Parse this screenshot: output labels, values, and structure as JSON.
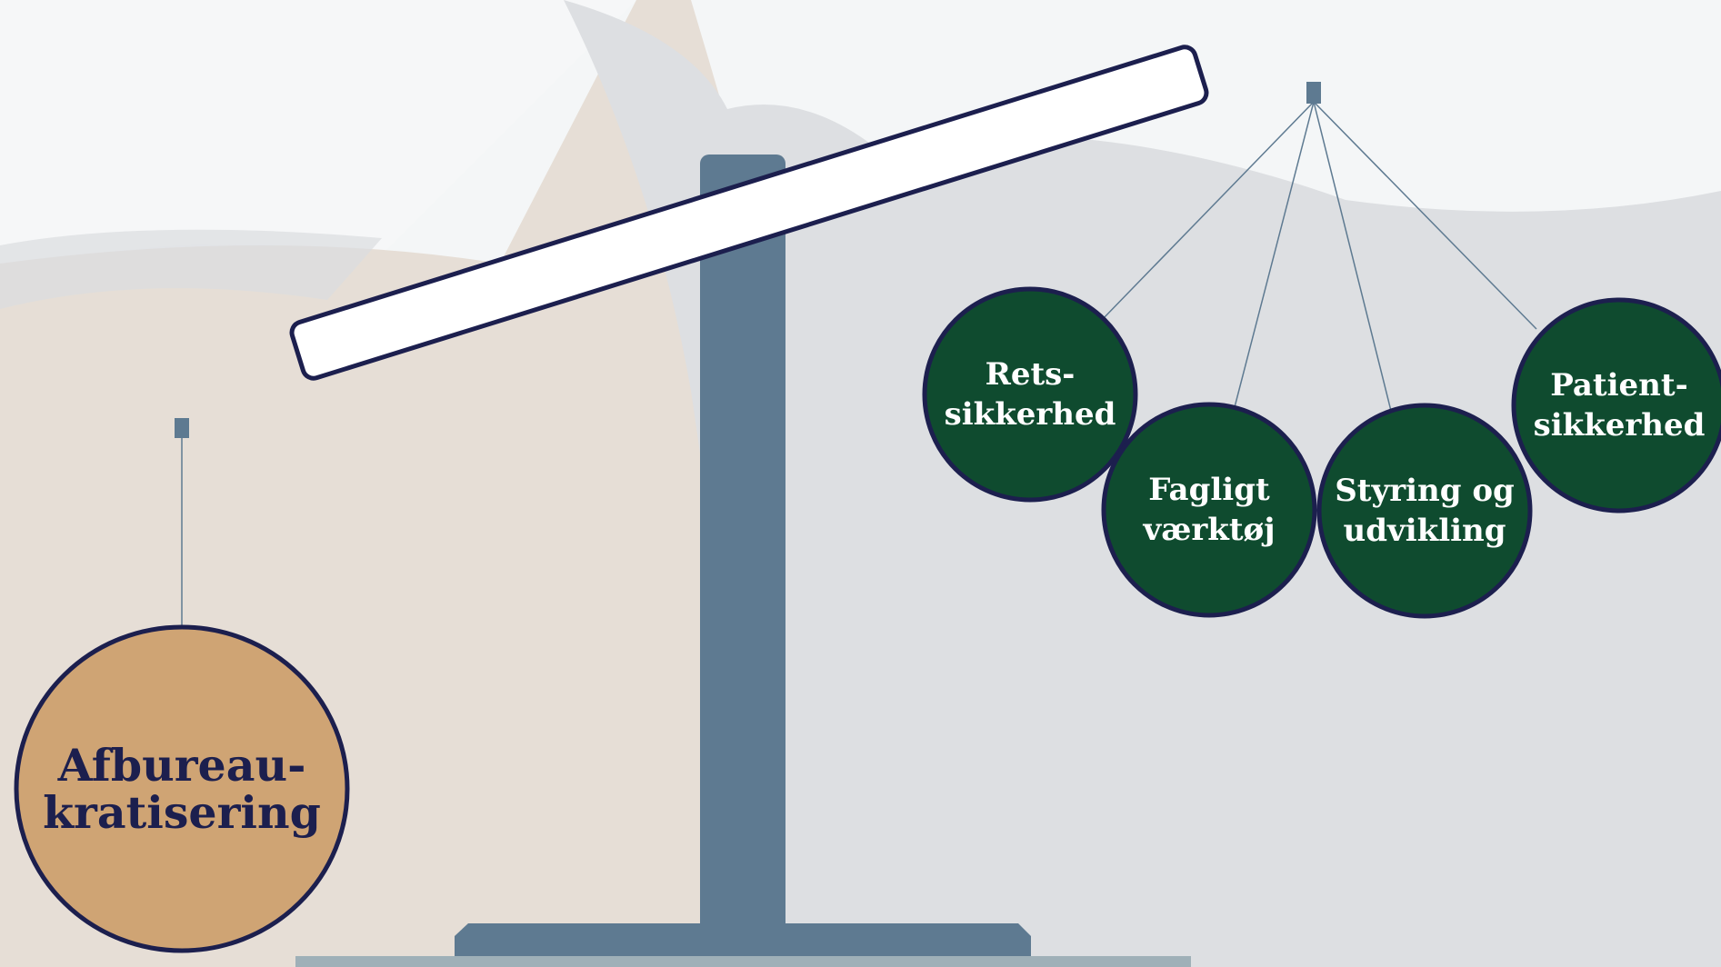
{
  "colors": {
    "sky": "#eef2f3",
    "dune_light": "#d8cbbd",
    "dune_shadow": "#c9ccd0",
    "stand": "#5e7a91",
    "beam_fill": "#ffffff",
    "outline": "#1c1f4e",
    "left_weight_fill": "#cfa474",
    "left_weight_text": "#1c1f4e",
    "right_weight_fill": "#0f4b2f",
    "right_weight_text": "#ffffff",
    "string": "#5e7a91"
  },
  "scale": {
    "tilt": "right side raised",
    "left_weight": {
      "label": "Afbureau-\nkratisering"
    },
    "right_weights": [
      {
        "label": "Rets-\nsikkerhed"
      },
      {
        "label": "Fagligt\nværktøj"
      },
      {
        "label": "Styring og\nudvikling"
      },
      {
        "label": "Patient-\nsikkerhed"
      }
    ]
  }
}
